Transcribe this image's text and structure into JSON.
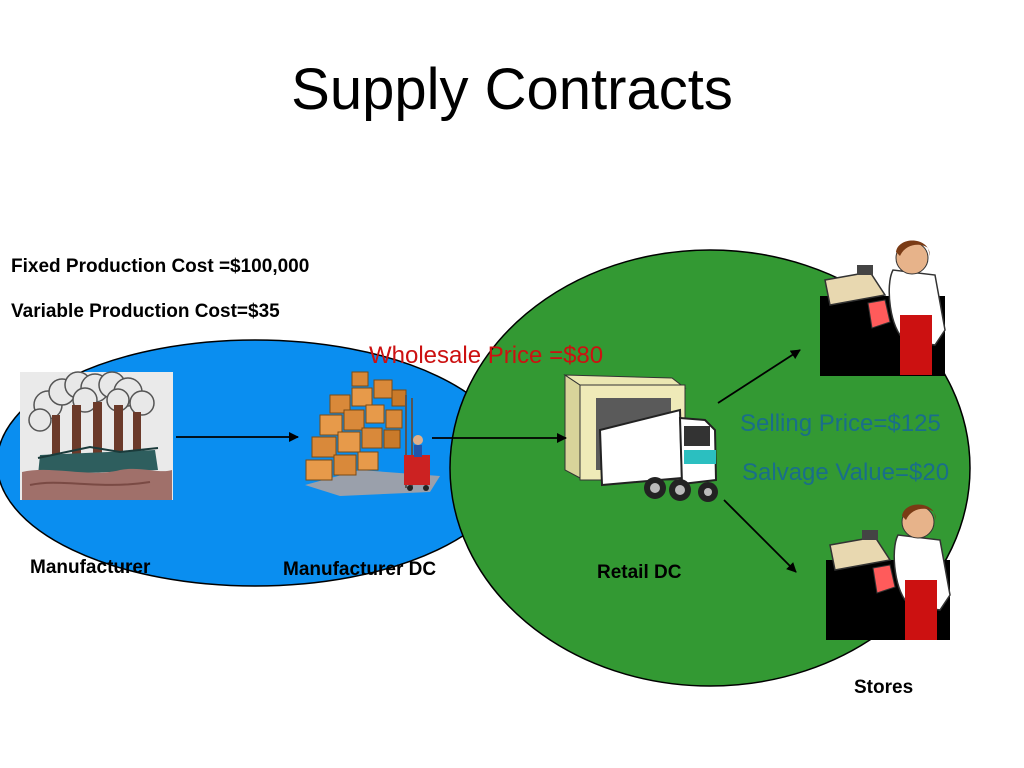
{
  "title": "Supply Contracts",
  "costs": {
    "fixed": "Fixed Production Cost =$100,000",
    "variable": "Variable Production Cost=$35"
  },
  "prices": {
    "wholesale": "Wholesale Price =$80",
    "selling": "Selling Price=$125",
    "salvage": "Salvage Value=$20"
  },
  "nodes": {
    "manufacturer": "Manufacturer",
    "manufacturer_dc": "Manufacturer DC",
    "retail_dc": "Retail DC",
    "stores": "Stores"
  },
  "colors": {
    "manufacturer_region": "#0a8ef0",
    "retail_region": "#339933",
    "wholesale_text": "#cc1111",
    "retail_text": "#1a6e8a"
  },
  "icons": [
    "factory-icon",
    "warehouse-icon",
    "truck-icon",
    "cashier-icon"
  ]
}
